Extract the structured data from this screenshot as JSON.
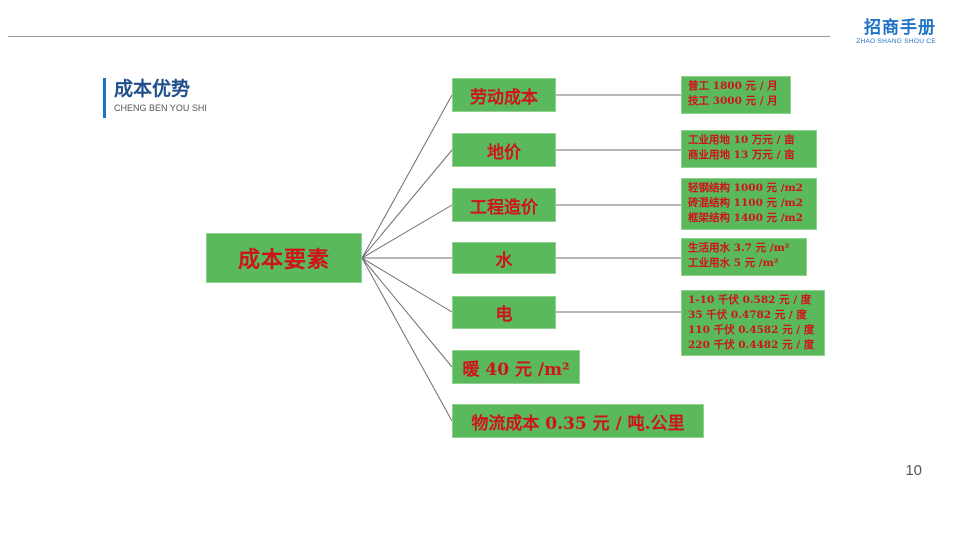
{
  "brand": {
    "name": "招商手册",
    "pinyin": "ZHAO SHANG SHOU CE"
  },
  "section": {
    "title": "成本优势",
    "pinyin": "CHENG BEN  YOU SHI"
  },
  "diagram": {
    "root": "成本要素",
    "branches": [
      {
        "label": "劳动成本",
        "details": [
          "普工 1800 元 / 月",
          "技工 3000 元 / 月"
        ]
      },
      {
        "label": "地价",
        "details": [
          "工业用地 10 万元 / 亩",
          "商业用地 13 万元 / 亩"
        ]
      },
      {
        "label": "工程造价",
        "details": [
          "轻钢结构 1000 元 /m2",
          "砖混结构 1100 元 /m2",
          "框架结构 1400 元 /m2"
        ]
      },
      {
        "label": "水",
        "details": [
          "生活用水 3.7 元 /m²",
          "工业用水 5 元 /m²"
        ]
      },
      {
        "label": "电",
        "details": [
          "1-10 千伏 0.582 元 / 度",
          "35 千伏 0.4782 元 / 度",
          "110 千伏 0.4582 元 / 度",
          "220 千伏 0.4482 元 / 度"
        ]
      },
      {
        "label": "暖 40 元 /m²",
        "details": []
      },
      {
        "label": "物流成本 0.35 元 / 吨.公里",
        "details": []
      }
    ]
  },
  "page_number": "10",
  "colors": {
    "box_fill": "#59b95b",
    "text_red": "#d0121b",
    "brand_blue": "#1e73c7"
  }
}
